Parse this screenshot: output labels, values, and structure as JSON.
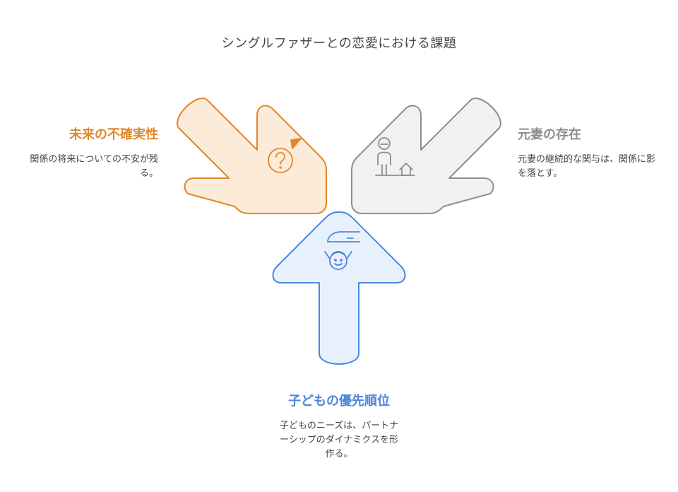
{
  "title": "シングルファザーとの恋愛における課題",
  "items": [
    {
      "heading": "未来の不確実性",
      "description": "関係の将来についての不安が残る。",
      "color": "#e0872b",
      "fill": "#fcebd8",
      "icon": "question-mark-icon"
    },
    {
      "heading": "元妻の存在",
      "description": "元妻の継続的な関与は、関係に影を落とす。",
      "color": "#8e8e8e",
      "fill": "#f1f1f1",
      "icon": "person-house-icon"
    },
    {
      "heading": "子どもの優先順位",
      "description": "子どものニーズは、パートナーシップのダイナミクスを形作る。",
      "color": "#4a86e0",
      "fill": "#e8f0fc",
      "icon": "child-hand-icon"
    }
  ]
}
